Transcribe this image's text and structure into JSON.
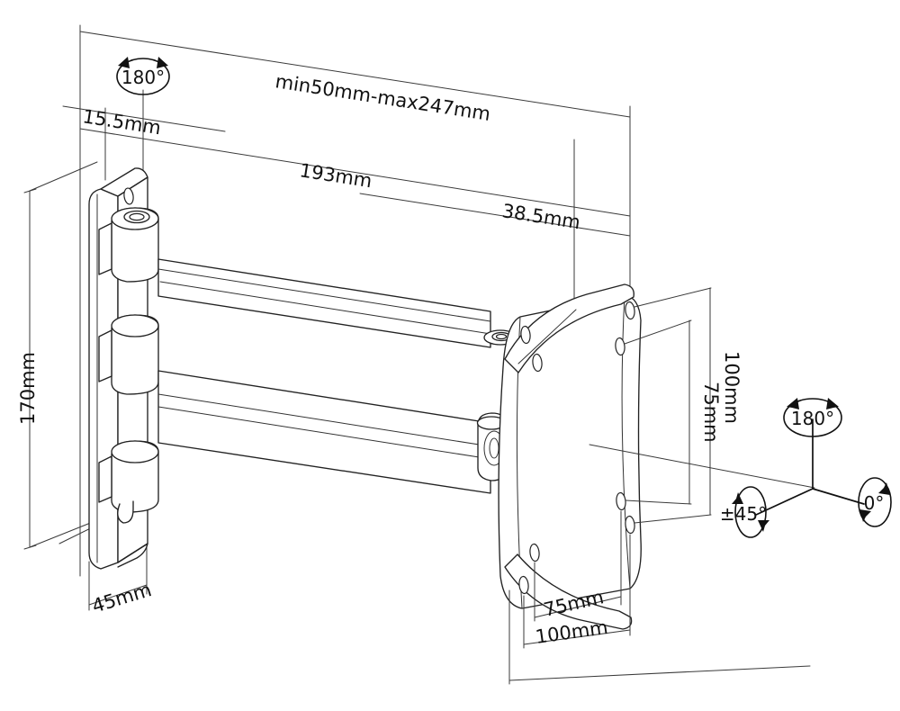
{
  "drawing": {
    "title": "TV wall mount bracket technical dimension drawing",
    "type": "technical-line-drawing",
    "background_color": "#ffffff",
    "line_color": "#222222"
  },
  "dimensions": {
    "extension_range": "min50mm-max247mm",
    "arm_length": "193mm",
    "plate_offset": "38.5mm",
    "wall_plate_thickness": "15.5mm",
    "wall_plate_height": "170mm",
    "wall_plate_width": "45mm",
    "vesa_vertical_large": "100mm",
    "vesa_vertical_small": "75mm",
    "vesa_horizontal_small": "75mm",
    "vesa_horizontal_large": "100mm"
  },
  "rotation_labels": {
    "swivel_top": "180°",
    "axis_vertical": "180°",
    "axis_tilt": "±45°",
    "axis_roll": "0°"
  },
  "axis_diagram": {
    "name": "rotation-axis-indicator",
    "branches": [
      "vertical-180",
      "tilt-45",
      "roll-0"
    ]
  }
}
